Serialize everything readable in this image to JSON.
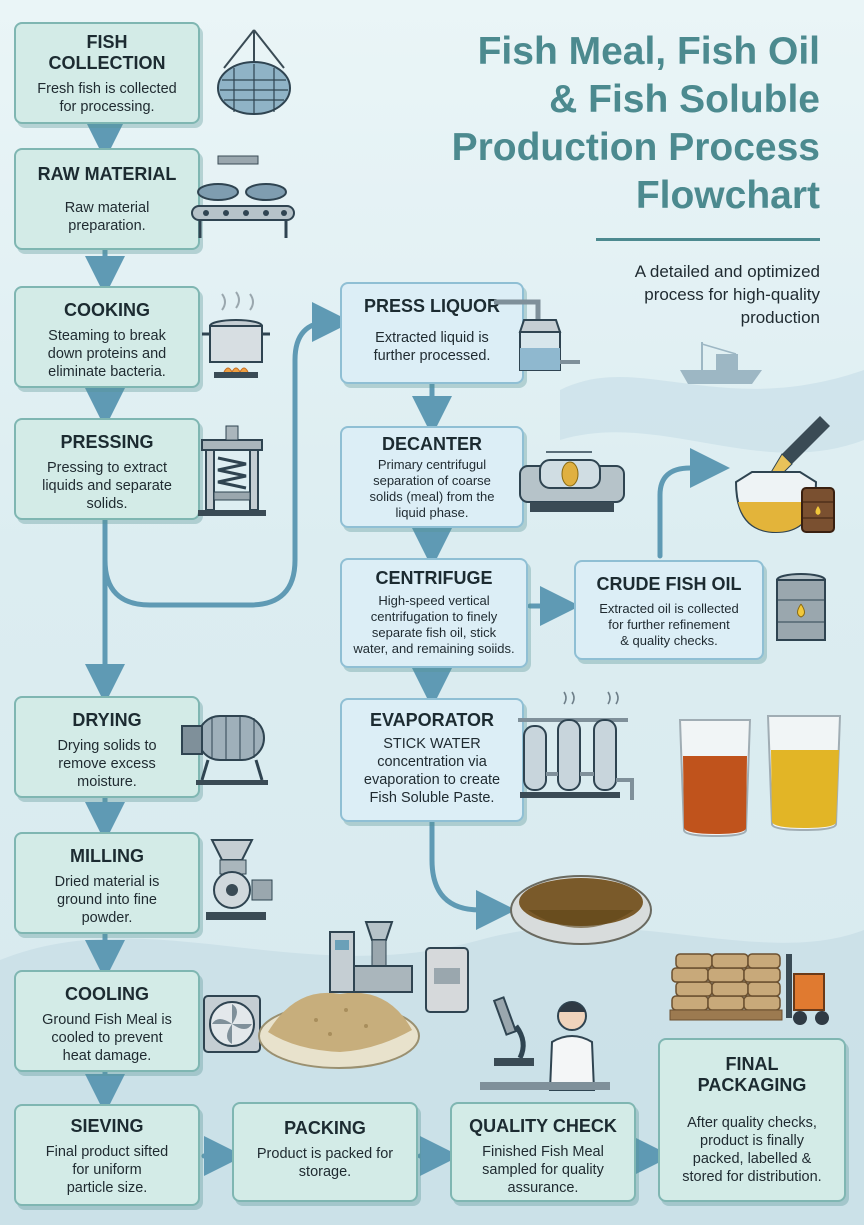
{
  "title": {
    "line1": "Fish Meal, Fish Oil",
    "line2": "& Fish Soluble",
    "line3": "Production Process",
    "line4": "Flowchart"
  },
  "subtitle": {
    "line1": "A detailed and optimized",
    "line2": "process for high-quality",
    "line3": "production"
  },
  "steps": {
    "fish_collection": {
      "title_l1": "FISH",
      "title_l2": "COLLECTION",
      "desc_l1": "Fresh fish is collected",
      "desc_l2": "for processing."
    },
    "raw_material": {
      "title": "RAW MATERIAL",
      "desc_l1": "Raw material",
      "desc_l2": "preparation."
    },
    "cooking": {
      "title": "COOKING",
      "desc_l1": "Steaming to break",
      "desc_l2": "down proteins and",
      "desc_l3": "eliminate bacteria."
    },
    "pressing": {
      "title": "PRESSING",
      "desc_l1": "Pressing to extract",
      "desc_l2": "liquids and separate",
      "desc_l3": "solids."
    },
    "drying": {
      "title": "DRYING",
      "desc_l1": "Drying solids to",
      "desc_l2": "remove excess",
      "desc_l3": "moisture."
    },
    "milling": {
      "title": "MILLING",
      "desc_l1": "Dried material is",
      "desc_l2": "ground into fine",
      "desc_l3": "powder."
    },
    "cooling": {
      "title": "COOLING",
      "desc_l1": "Ground Fish Meal is",
      "desc_l2": "cooled to prevent",
      "desc_l3": "heat damage."
    },
    "sieving": {
      "title": "SIEVING",
      "desc_l1": "Final product sifted",
      "desc_l2": "for uniform",
      "desc_l3": "particle size."
    },
    "packing": {
      "title": "PACKING",
      "desc_l1": "Product is packed for",
      "desc_l2": "storage."
    },
    "quality_check": {
      "title": "QUALITY CHECK",
      "desc_l1": "Finished Fish Meal",
      "desc_l2": "sampled for quality",
      "desc_l3": "assurance."
    },
    "final_packaging": {
      "title_l1": "FINAL",
      "title_l2": "PACKAGING",
      "desc_l1": "After quality checks,",
      "desc_l2": "product is finally",
      "desc_l3": "packed, labelled &",
      "desc_l4": "stored for distribution."
    },
    "press_liquor": {
      "title": "PRESS LIQUOR",
      "desc_l1": "Extracted liquid is",
      "desc_l2": "further processed."
    },
    "decanter": {
      "title": "DECANTER",
      "desc_l1": "Primary centrifugul",
      "desc_l2": "separation of coarse",
      "desc_l3": "solids (meal) from the",
      "desc_l4": "liquid phase."
    },
    "centrifuge": {
      "title": "CENTRIFUGE",
      "desc_l1": "High-speed vertical",
      "desc_l2": "centrifugation to finely",
      "desc_l3": "separate fish oil, stick",
      "desc_l4": "water, and remaining soiids."
    },
    "crude_fish_oil": {
      "title": "CRUDE FISH OIL",
      "desc_l1": "Extracted oil is collected",
      "desc_l2": "for further refinement",
      "desc_l3": "& quality checks."
    },
    "evaporator": {
      "title": "EVAPORATOR",
      "desc_l1": "STICK WATER",
      "desc_l2": "concentration via",
      "desc_l3": "evaporation to create",
      "desc_l4": "Fish Soluble Paste."
    }
  },
  "colors": {
    "box_fill": "#d3ebe7",
    "box_border": "#7fb6b2",
    "arrow": "#5f9ab4",
    "title": "#4c8a8f"
  },
  "icons": [
    "fish-net-icon",
    "conveyor-fish-icon",
    "steam-pot-icon",
    "press-machine-icon",
    "dryer-drum-icon",
    "grinder-icon",
    "cooling-fan-icon",
    "meal-powder-dish-icon",
    "packing-machine-icon",
    "sack-icon",
    "microscope-scientist-icon",
    "pallet-forklift-icon",
    "tank-icon",
    "decanter-machine-icon",
    "oil-dropper-icon",
    "oil-drum-icon",
    "evaporator-columns-icon",
    "oil-beakers-icon",
    "soluble-paste-dish-icon",
    "fishing-boat-icon"
  ]
}
